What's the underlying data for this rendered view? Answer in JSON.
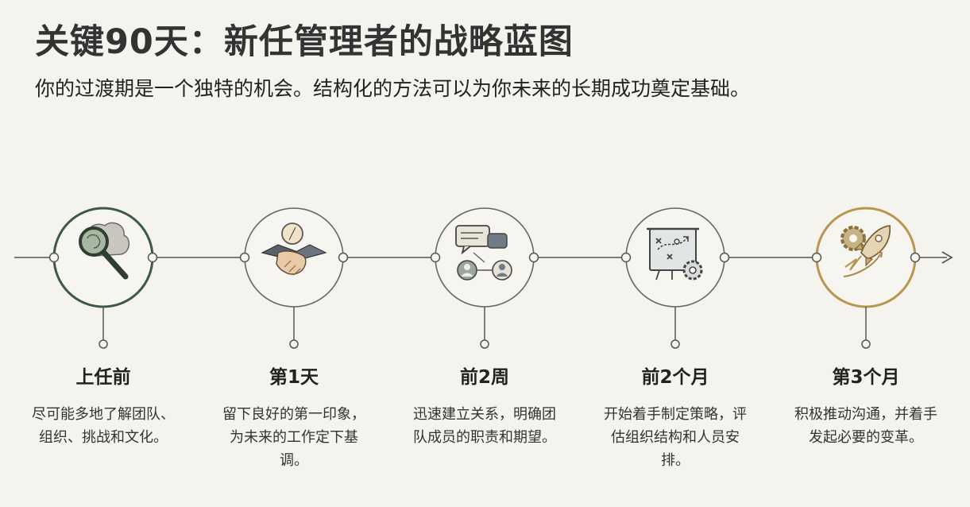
{
  "header": {
    "title": "关键90天：新任管理者的战略蓝图",
    "subtitle": "你的过渡期是一个独特的机会。结构化的方法可以为你未来的长期成功奠定基础。"
  },
  "colors": {
    "line": "#555555",
    "first_ring": "#3d5a40",
    "last_ring": "#b8964f",
    "ring": "#666666"
  },
  "steps": [
    {
      "title": "上任前",
      "desc": "尽可能多地了解团队、组织、挑战和文化。",
      "icon": "magnifier-brain-icon"
    },
    {
      "title": "第1天",
      "desc": "留下良好的第一印象，为未来的工作定下基调。",
      "icon": "handshake-compass-icon"
    },
    {
      "title": "前2周",
      "desc": "迅速建立关系，明确团队成员的职责和期望。",
      "icon": "chat-people-icon"
    },
    {
      "title": "前2个月",
      "desc": "开始着手制定策略，评估组织结构和人员安排。",
      "icon": "strategy-board-gear-icon"
    },
    {
      "title": "第3个月",
      "desc": "积极推动沟通，并着手发起必要的变革。",
      "icon": "rocket-gear-icon"
    }
  ]
}
